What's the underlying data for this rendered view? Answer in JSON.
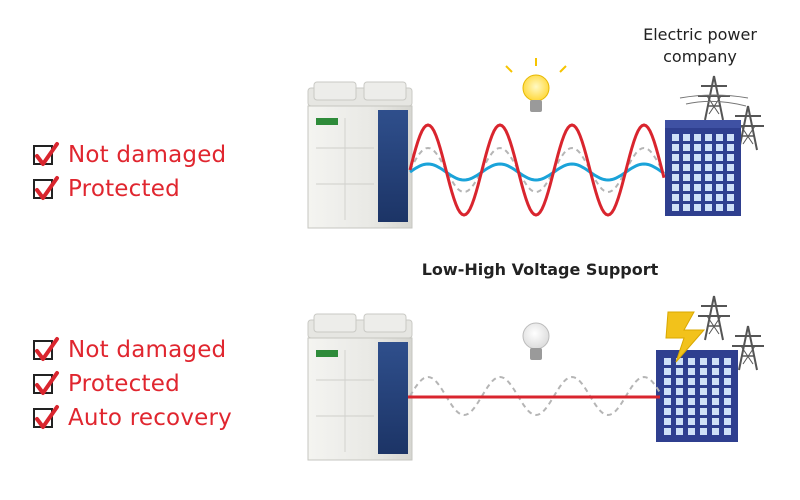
{
  "labels": {
    "power_company": "Electric power company",
    "section_title": "Low-High Voltage Support"
  },
  "top_panel": {
    "checks": [
      "Not damaged",
      "Protected"
    ],
    "voltage_state": "fluctuating"
  },
  "bottom_panel": {
    "checks": [
      "Not damaged",
      "Protected",
      "Auto recovery"
    ],
    "voltage_state": "outage"
  },
  "colors": {
    "check_text": "#e0262f",
    "high_wave": "#d9252e",
    "low_wave": "#1aa3d9",
    "reference_wave": "#b5b5b5",
    "building": "#2f3f8f",
    "lightning": "#f2c21b"
  },
  "icons": [
    "checkbox-icon",
    "ac-outdoor-unit-icon",
    "light-bulb-icon",
    "power-building-icon",
    "transmission-tower-icon",
    "lightning-icon"
  ]
}
